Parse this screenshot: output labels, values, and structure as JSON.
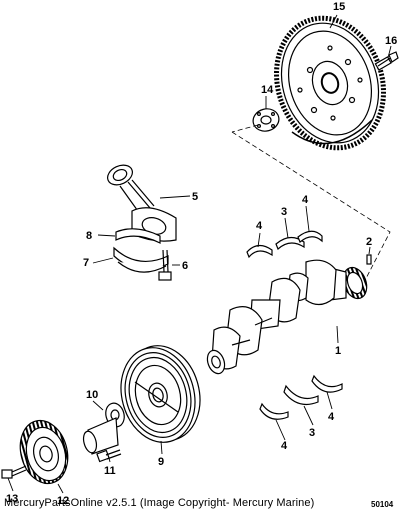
{
  "callouts": {
    "c1": "1",
    "c2": "2",
    "c3a": "3",
    "c3b": "3",
    "c4a": "4",
    "c4b": "4",
    "c4c": "4",
    "c4d": "4",
    "c5": "5",
    "c6": "6",
    "c7": "7",
    "c8": "8",
    "c9": "9",
    "c10": "10",
    "c11": "11",
    "c12": "12",
    "c13": "13",
    "c14": "14",
    "c15": "15",
    "c16": "16"
  },
  "footer": {
    "caption": "MercuryPartsOnline v2.5.1 (Image Copyright- Mercury Marine)",
    "figure_id": "50104"
  }
}
